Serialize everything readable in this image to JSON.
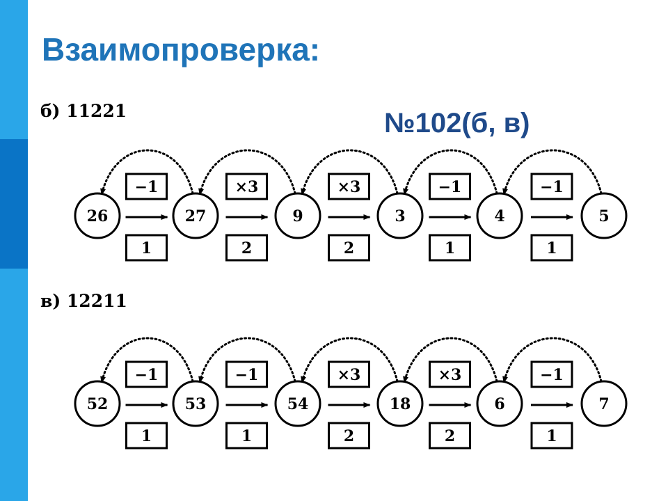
{
  "title": "Взаимопроверка:",
  "task_number": "№102(б, в)",
  "sections": [
    {
      "label": "б) 11221",
      "nodes": [
        "26",
        "27",
        "9",
        "3",
        "4",
        "5"
      ],
      "ops": [
        "−1",
        "×3",
        "×3",
        "−1",
        "−1"
      ],
      "codes": [
        "1",
        "2",
        "2",
        "1",
        "1"
      ]
    },
    {
      "label": "в) 12211",
      "nodes": [
        "52",
        "53",
        "54",
        "18",
        "6",
        "7"
      ],
      "ops": [
        "−1",
        "−1",
        "×3",
        "×3",
        "−1"
      ],
      "codes": [
        "1",
        "1",
        "2",
        "2",
        "1"
      ]
    }
  ],
  "colors": {
    "sidebar": "#2aa6e8",
    "sidebar_accent": "#0a74c6",
    "title": "#1f74b8",
    "task_number": "#1f4a8a"
  }
}
